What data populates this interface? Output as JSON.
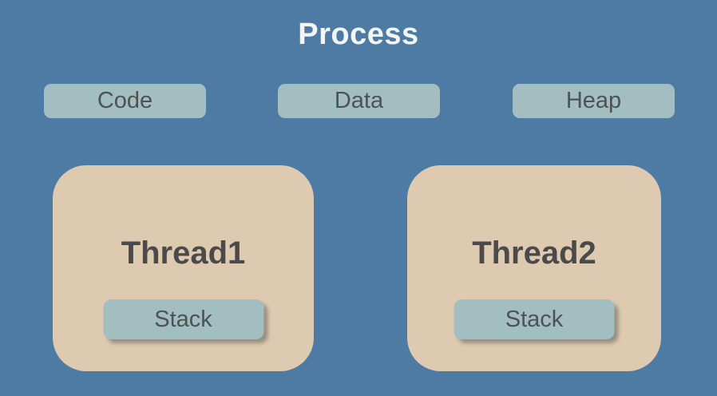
{
  "colors": {
    "background": "#4E7BA4",
    "thread_panel_fill": "#DDCAB0",
    "box_fill": "#A2BEC1",
    "title_text": "#F3F5F7",
    "box_label_text": "#4E5254",
    "thread_title_text": "#4A4A4A"
  },
  "diagram": {
    "title": "Process",
    "memory_sections": [
      {
        "label": "Code"
      },
      {
        "label": "Data"
      },
      {
        "label": "Heap"
      }
    ],
    "threads": [
      {
        "title": "Thread1",
        "stack_label": "Stack"
      },
      {
        "title": "Thread2",
        "stack_label": "Stack"
      }
    ]
  }
}
